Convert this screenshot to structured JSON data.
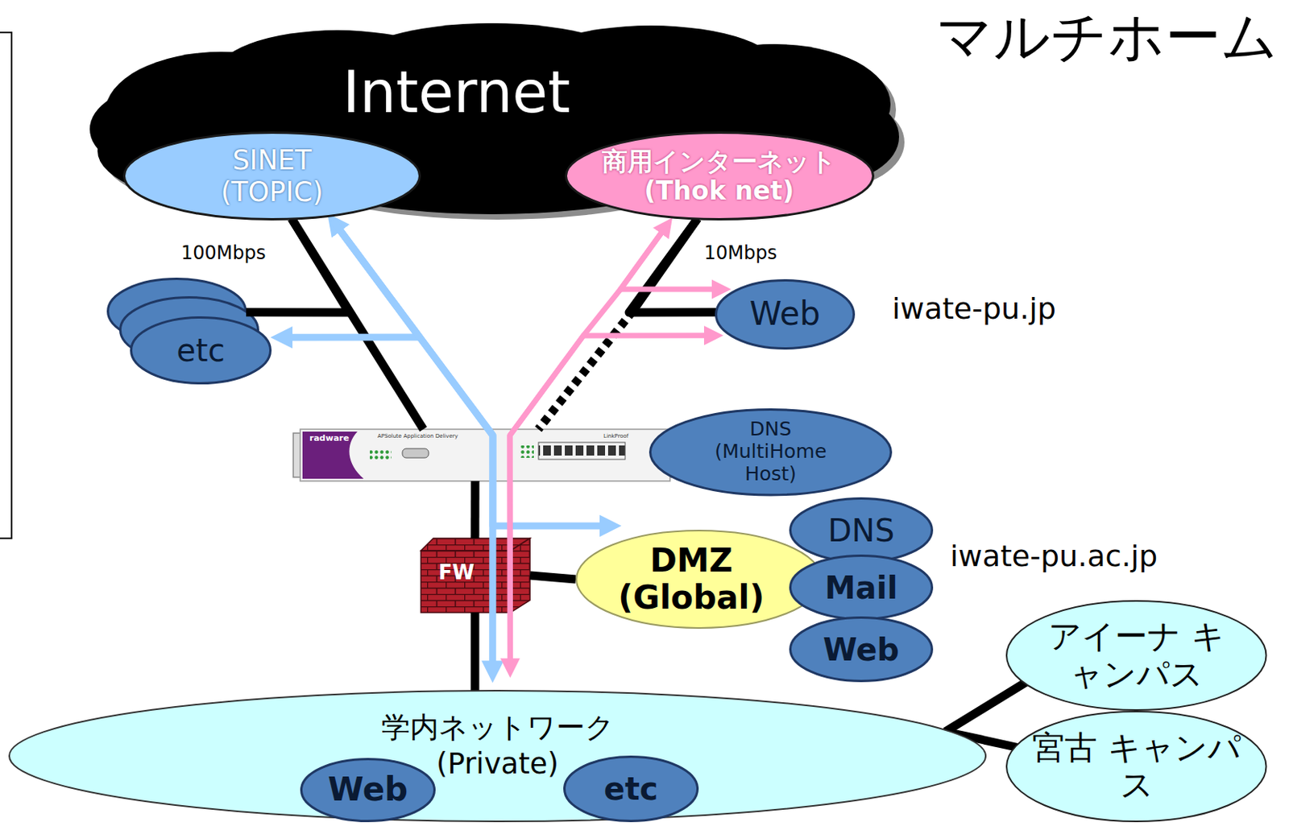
{
  "diagram": {
    "title": "マルチホーム",
    "nodes": [
      {
        "text": [
          "Internet"
        ]
      },
      {
        "text": [
          "SINET (TOPIC)"
        ],
        "in": 0
      },
      {
        "text": [
          "商用インターネット (Thok net)"
        ],
        "in": 0
      },
      {
        "text": [
          "etc"
        ]
      },
      {
        "text": [
          "Web"
        ]
      },
      {
        "text": [
          "radware",
          "APSolute Application Delivery",
          "LinkProof"
        ]
      },
      {
        "text": [
          "DNS (MultiHome Host)"
        ]
      },
      {
        "text": [
          "FW"
        ]
      },
      {
        "text": [
          "DMZ (Global)"
        ]
      },
      {
        "text": [
          "DNS"
        ]
      },
      {
        "text": [
          "Mail"
        ]
      },
      {
        "text": [
          "Web"
        ]
      },
      {
        "text": [
          "学内ネットワーク (Private)"
        ]
      },
      {
        "text": [
          "Web"
        ],
        "in": 12
      },
      {
        "text": [
          "etc"
        ],
        "in": 12
      },
      {
        "text": [
          "アイーナ キャンパス"
        ]
      },
      {
        "text": [
          "宮古 キャンパス"
        ]
      }
    ],
    "edges": [
      {
        "from": 1,
        "to": 5,
        "arrow": "none",
        "label": "100Mbps"
      },
      {
        "from": 2,
        "to": 5,
        "arrow": "none",
        "label": "10Mbps"
      },
      {
        "from": 3,
        "to": 1,
        "arrow": "none"
      },
      {
        "from": 4,
        "to": 2,
        "arrow": "none"
      },
      {
        "from": 5,
        "to": 7,
        "arrow": "none"
      },
      {
        "from": 7,
        "to": 8,
        "arrow": "none"
      },
      {
        "from": 7,
        "to": 12,
        "arrow": "none"
      },
      {
        "from": 12,
        "to": 15,
        "arrow": "none"
      },
      {
        "from": 12,
        "to": 16,
        "arrow": "none"
      },
      {
        "from": 12,
        "to": 1,
        "arrow": "both"
      },
      {
        "from": 1,
        "to": 3,
        "arrow": "to"
      },
      {
        "from": 1,
        "to": 8,
        "arrow": "to"
      },
      {
        "from": 12,
        "to": 2,
        "arrow": "both"
      },
      {
        "from": 2,
        "to": 4,
        "arrow": "to"
      },
      {
        "from": 12,
        "to": 4,
        "arrow": "to"
      }
    ],
    "labels": [
      "iwate-pu.jp",
      "iwate-pu.ac.jp"
    ]
  }
}
